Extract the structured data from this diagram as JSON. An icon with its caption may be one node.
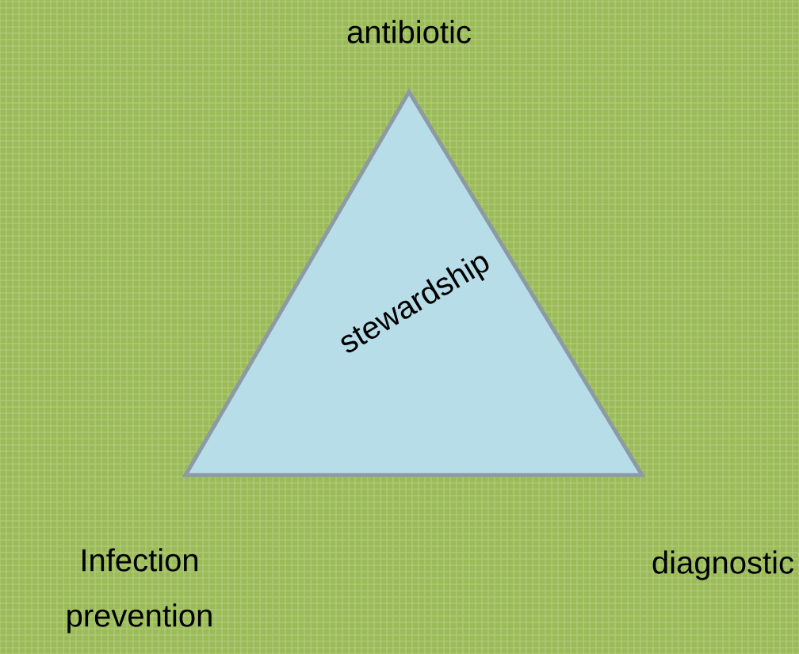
{
  "diagram": {
    "nodes": [
      {
        "text": [
          "stewardship"
        ]
      }
    ],
    "labels": [
      "antibiotic",
      "Infection prevention",
      "diagnostic"
    ]
  }
}
